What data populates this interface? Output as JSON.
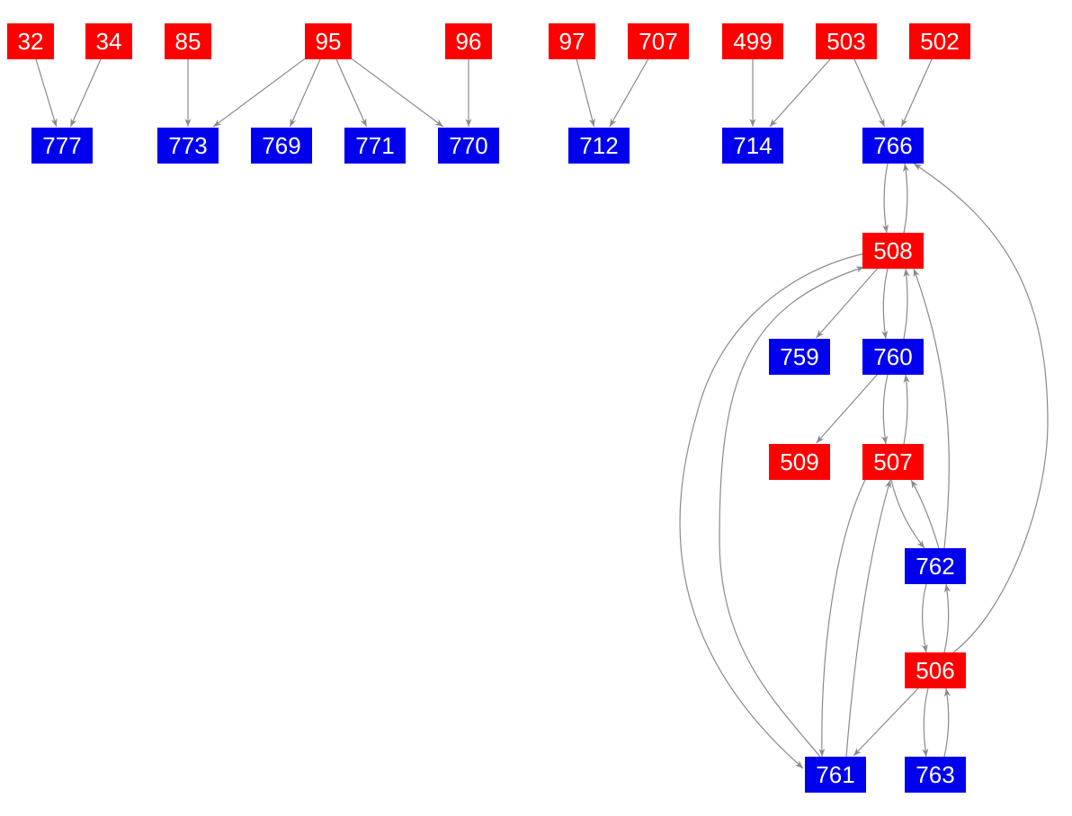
{
  "colors": {
    "red": "#ff0000",
    "blue": "#0000ee",
    "edge": "#8a8a8a"
  },
  "nodes": [
    {
      "id": "32",
      "color": "red"
    },
    {
      "id": "34",
      "color": "red"
    },
    {
      "id": "85",
      "color": "red"
    },
    {
      "id": "95",
      "color": "red"
    },
    {
      "id": "96",
      "color": "red"
    },
    {
      "id": "97",
      "color": "red"
    },
    {
      "id": "707",
      "color": "red"
    },
    {
      "id": "499",
      "color": "red"
    },
    {
      "id": "503",
      "color": "red"
    },
    {
      "id": "502",
      "color": "red"
    },
    {
      "id": "777",
      "color": "blue"
    },
    {
      "id": "773",
      "color": "blue"
    },
    {
      "id": "769",
      "color": "blue"
    },
    {
      "id": "771",
      "color": "blue"
    },
    {
      "id": "770",
      "color": "blue"
    },
    {
      "id": "712",
      "color": "blue"
    },
    {
      "id": "714",
      "color": "blue"
    },
    {
      "id": "766",
      "color": "blue"
    },
    {
      "id": "508",
      "color": "red"
    },
    {
      "id": "759",
      "color": "blue"
    },
    {
      "id": "760",
      "color": "blue"
    },
    {
      "id": "509",
      "color": "red"
    },
    {
      "id": "507",
      "color": "red"
    },
    {
      "id": "762",
      "color": "blue"
    },
    {
      "id": "506",
      "color": "red"
    },
    {
      "id": "761",
      "color": "blue"
    },
    {
      "id": "763",
      "color": "blue"
    }
  ],
  "edges": [
    [
      "32",
      "777"
    ],
    [
      "34",
      "777"
    ],
    [
      "85",
      "773"
    ],
    [
      "95",
      "773"
    ],
    [
      "95",
      "769"
    ],
    [
      "95",
      "771"
    ],
    [
      "95",
      "770"
    ],
    [
      "96",
      "770"
    ],
    [
      "97",
      "712"
    ],
    [
      "707",
      "712"
    ],
    [
      "499",
      "714"
    ],
    [
      "503",
      "714"
    ],
    [
      "503",
      "766"
    ],
    [
      "502",
      "766"
    ],
    [
      "766",
      "508"
    ],
    [
      "508",
      "766"
    ],
    [
      "508",
      "759"
    ],
    [
      "508",
      "760"
    ],
    [
      "760",
      "508"
    ],
    [
      "760",
      "509"
    ],
    [
      "760",
      "507"
    ],
    [
      "507",
      "760"
    ],
    [
      "507",
      "762"
    ],
    [
      "762",
      "507"
    ],
    [
      "762",
      "508"
    ],
    [
      "762",
      "506"
    ],
    [
      "506",
      "762"
    ],
    [
      "506",
      "766"
    ],
    [
      "506",
      "763"
    ],
    [
      "763",
      "506"
    ],
    [
      "506",
      "761"
    ],
    [
      "508",
      "761"
    ],
    [
      "761",
      "508"
    ],
    [
      "507",
      "761"
    ],
    [
      "761",
      "507"
    ]
  ]
}
